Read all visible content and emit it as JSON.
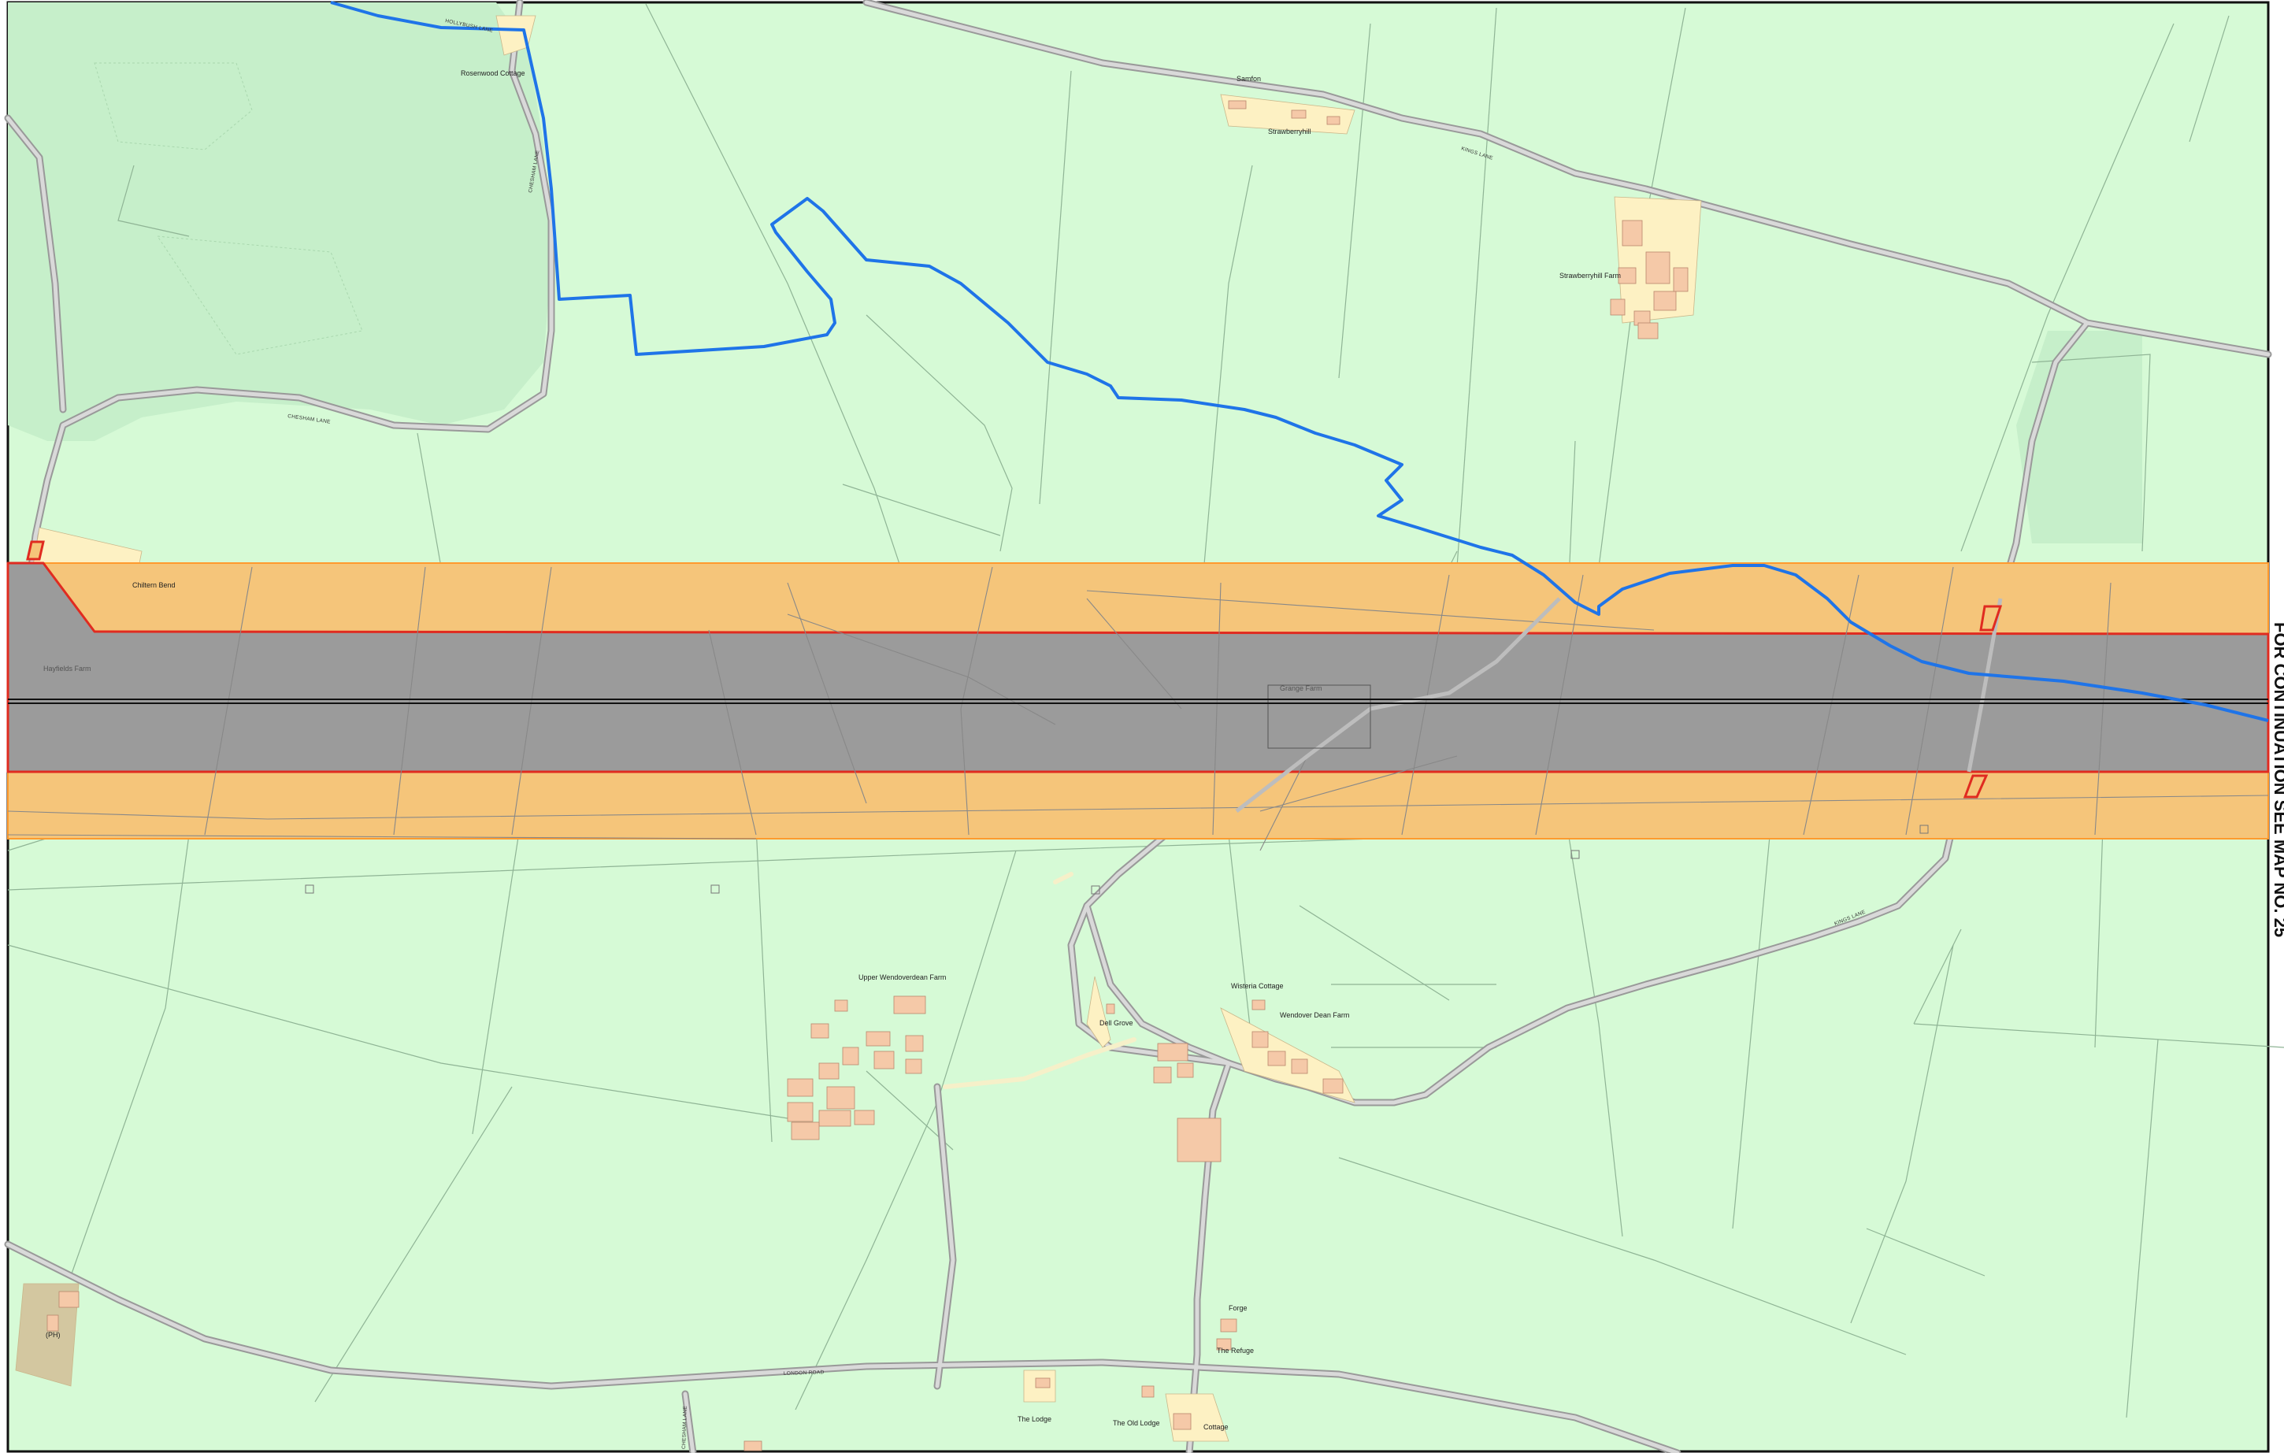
{
  "map": {
    "margin_text": "FOR CONTINUATION SEE MAP NO. 25",
    "colors": {
      "background": "#d6fad6",
      "woodland": "#c6efca",
      "field_line": "#8fb495",
      "road_casing": "#999999",
      "road_fill": "#d9d9d9",
      "building": "#f5c9a8",
      "building_outline": "#b9876c",
      "farmyard": "#fdf1c3",
      "corridor_grey": "#9b9b9b",
      "corridor_orange": "#f5c57a",
      "boundary_red": "#e02b20",
      "boundary_orange": "#ff9a2e",
      "watercourse_blue": "#1f74e8",
      "centreline": "#111111"
    },
    "place_labels": [
      "Rosenwood Cottage",
      "Samfon",
      "Strawberryhill",
      "Strawberryhill Farm",
      "Chiltern Bend",
      "Hayfields Farm",
      "Grange Farm",
      "Upper Wendoverdean Farm",
      "Wisteria Cottage",
      "Wendover Dean Farm",
      "Dell Grove",
      "Forge",
      "The Refuge",
      "The Lodge",
      "The Old Lodge",
      "Cottage",
      "(PH)"
    ],
    "road_labels": [
      "HOLLYBUSH LANE",
      "CHESHAM LANE",
      "CHESHAM LANE",
      "KINGS LANE",
      "KINGS LANE",
      "LONDON ROAD",
      "CHESHAM LANE"
    ]
  }
}
